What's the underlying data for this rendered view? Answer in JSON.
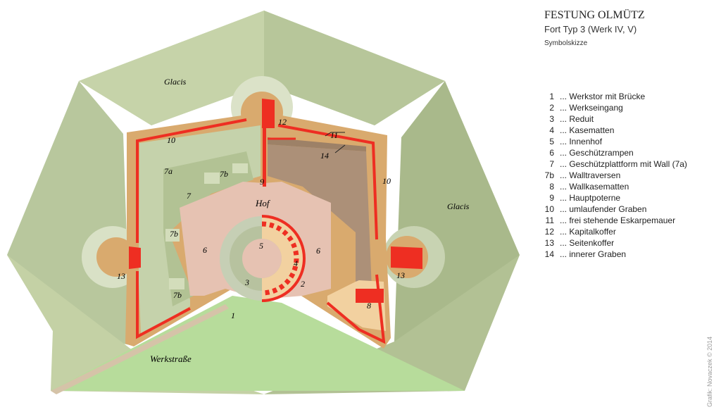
{
  "header": {
    "title": "FESTUNG OLMÜTZ",
    "subtitle": "Fort Typ 3 (Werk IV, V)",
    "note": "Symbolskizze"
  },
  "map_labels": {
    "glacis_top": "Glacis",
    "glacis_right": "Glacis",
    "hof": "Hof",
    "werkstrasse": "Werkstraße",
    "n1": "1",
    "n2": "2",
    "n3": "3",
    "n4": "4",
    "n5": "5",
    "n6a": "6",
    "n6b": "6",
    "n7": "7",
    "n7a": "7a",
    "n7b_a": "7b",
    "n7b_b": "7b",
    "n7b_c": "7b",
    "n8": "8",
    "n9": "9",
    "n10a": "10",
    "n10b": "10",
    "n11": "11",
    "n12": "12",
    "n13a": "13",
    "n13b": "13",
    "n14": "14"
  },
  "legend": [
    {
      "num": "1",
      "text": "... Werkstor mit Brücke"
    },
    {
      "num": "2",
      "text": "... Werkseingang"
    },
    {
      "num": "3",
      "text": "... Reduit"
    },
    {
      "num": "4",
      "text": "... Kasematten"
    },
    {
      "num": "5",
      "text": "... Innenhof"
    },
    {
      "num": "6",
      "text": "... Geschützrampen"
    },
    {
      "num": "7",
      "text": "... Geschützplattform mit Wall (7a)"
    },
    {
      "num": "7b",
      "text": "... Walltraversen"
    },
    {
      "num": "8",
      "text": "... Wallkasematten"
    },
    {
      "num": "9",
      "text": "... Hauptpoterne"
    },
    {
      "num": "10",
      "text": "... umlaufender Graben"
    },
    {
      "num": "11",
      "text": "... frei stehende Eskarpemauer"
    },
    {
      "num": "12",
      "text": "... Kapitalkoffer"
    },
    {
      "num": "13",
      "text": "... Seitenkoffer"
    },
    {
      "num": "14",
      "text": "... innerer Graben"
    }
  ],
  "credit": "Grafik: Novaczek © 2014",
  "colors": {
    "glacis_dark": "#b3c193",
    "glacis_light": "#cfdab7",
    "moat": "#d9aa6e",
    "wall_red": "#ee2e22",
    "hof": "#e6c2b2",
    "inner_ditch": "#ac9078",
    "road": "#b7dc9b"
  }
}
